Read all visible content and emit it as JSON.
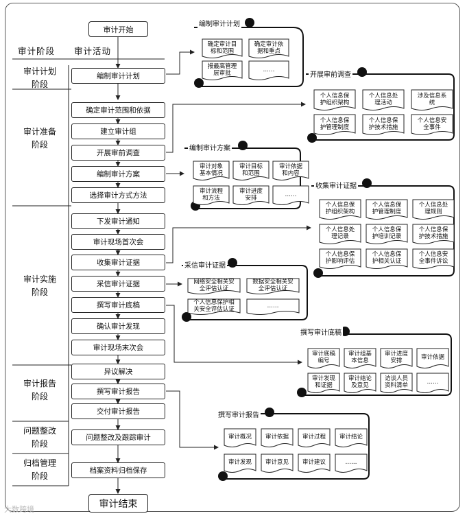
{
  "diagram": {
    "start": "审计开始",
    "end": "审计结束",
    "header_stage": "审计阶段",
    "header_activity": "审计活动",
    "stages": [
      {
        "lines": [
          "审计计划",
          "阶段"
        ]
      },
      {
        "lines": [
          "审计准备",
          "阶段"
        ]
      },
      {
        "lines": [
          "审计实施",
          "阶段"
        ]
      },
      {
        "lines": [
          "审计报告",
          "阶段"
        ]
      },
      {
        "lines": [
          "问题整改",
          "阶段"
        ]
      },
      {
        "lines": [
          "归档管理",
          "阶段"
        ]
      }
    ],
    "activities": [
      "编制审计计划",
      "确定审计范围和依据",
      "建立审计组",
      "开展审前调查",
      "编制审计方案",
      "选择审计方式方法",
      "下发审计通知",
      "审计现场首次会",
      "收集审计证据",
      "采信审计证据",
      "撰写审计底稿",
      "确认审计发现",
      "审计现场末次会",
      "异议解决",
      "撰写审计报告",
      "交付审计报告",
      "问题整改及跟踪审计",
      "档案资料归档保存"
    ],
    "panels": [
      {
        "title": "编制审计计划",
        "docs": [
          [
            "确定审计目",
            "标和范围"
          ],
          [
            "确定审计依",
            "据和重点"
          ],
          [
            "报最高管理",
            "层审批"
          ],
          [
            "……"
          ]
        ]
      },
      {
        "title": "开展审前调查",
        "docs": [
          [
            "个人信息保",
            "护组织架构"
          ],
          [
            "个人信息处",
            "理活动"
          ],
          [
            "涉及信息系",
            "统"
          ],
          [
            "个人信息保",
            "护管理制度"
          ],
          [
            "个人信息保",
            "护技术措施"
          ],
          [
            "个人信息安",
            "全事件"
          ]
        ]
      },
      {
        "title": "编制审计方案",
        "docs": [
          [
            "审计对象",
            "基本情况"
          ],
          [
            "审计目标",
            "和范围"
          ],
          [
            "审计依据",
            "和内容"
          ],
          [
            "审计流程",
            "和方法"
          ],
          [
            "审计进度",
            "安排"
          ],
          [
            "……"
          ]
        ]
      },
      {
        "title": "收集审计证据",
        "docs": [
          [
            "个人信息保",
            "护组织架构"
          ],
          [
            "个人信息保",
            "护管理制度"
          ],
          [
            "个人信息处",
            "理规则"
          ],
          [
            "个人信息处",
            "理记录"
          ],
          [
            "个人信息保",
            "护培训记录"
          ],
          [
            "个人信息保",
            "护技术措施"
          ],
          [
            "个人信息保",
            "护影响评估"
          ],
          [
            "个人信息保",
            "护相关认证"
          ],
          [
            "个人信息安",
            "全事件诉讼"
          ]
        ]
      },
      {
        "title": "采信审计证据",
        "docs": [
          [
            "网络安全相关安",
            "全评估认证"
          ],
          [
            "数据安全相关安",
            "全评估认证"
          ],
          [
            "个人信息保护相",
            "关安全评估认证"
          ],
          [
            "……"
          ]
        ]
      },
      {
        "title": "撰写审计底稿",
        "docs": [
          [
            "审计底稿",
            "编号"
          ],
          [
            "审计组基",
            "本信息"
          ],
          [
            "审计进度",
            "安排"
          ],
          [
            "审计依据"
          ],
          [
            "审计发现",
            "和证据"
          ],
          [
            "审计结论",
            "及意见"
          ],
          [
            "访谈人员",
            "资料清单"
          ],
          [
            "……"
          ]
        ]
      },
      {
        "title": "撰写审计报告",
        "docs": [
          [
            "审计概况"
          ],
          [
            "审计依据"
          ],
          [
            "审计过程"
          ],
          [
            "审计结论"
          ],
          [
            "审计发现"
          ],
          [
            "审计意见"
          ],
          [
            "审计建议"
          ],
          [
            "……"
          ]
        ]
      }
    ],
    "watermark": "大数跨境"
  }
}
